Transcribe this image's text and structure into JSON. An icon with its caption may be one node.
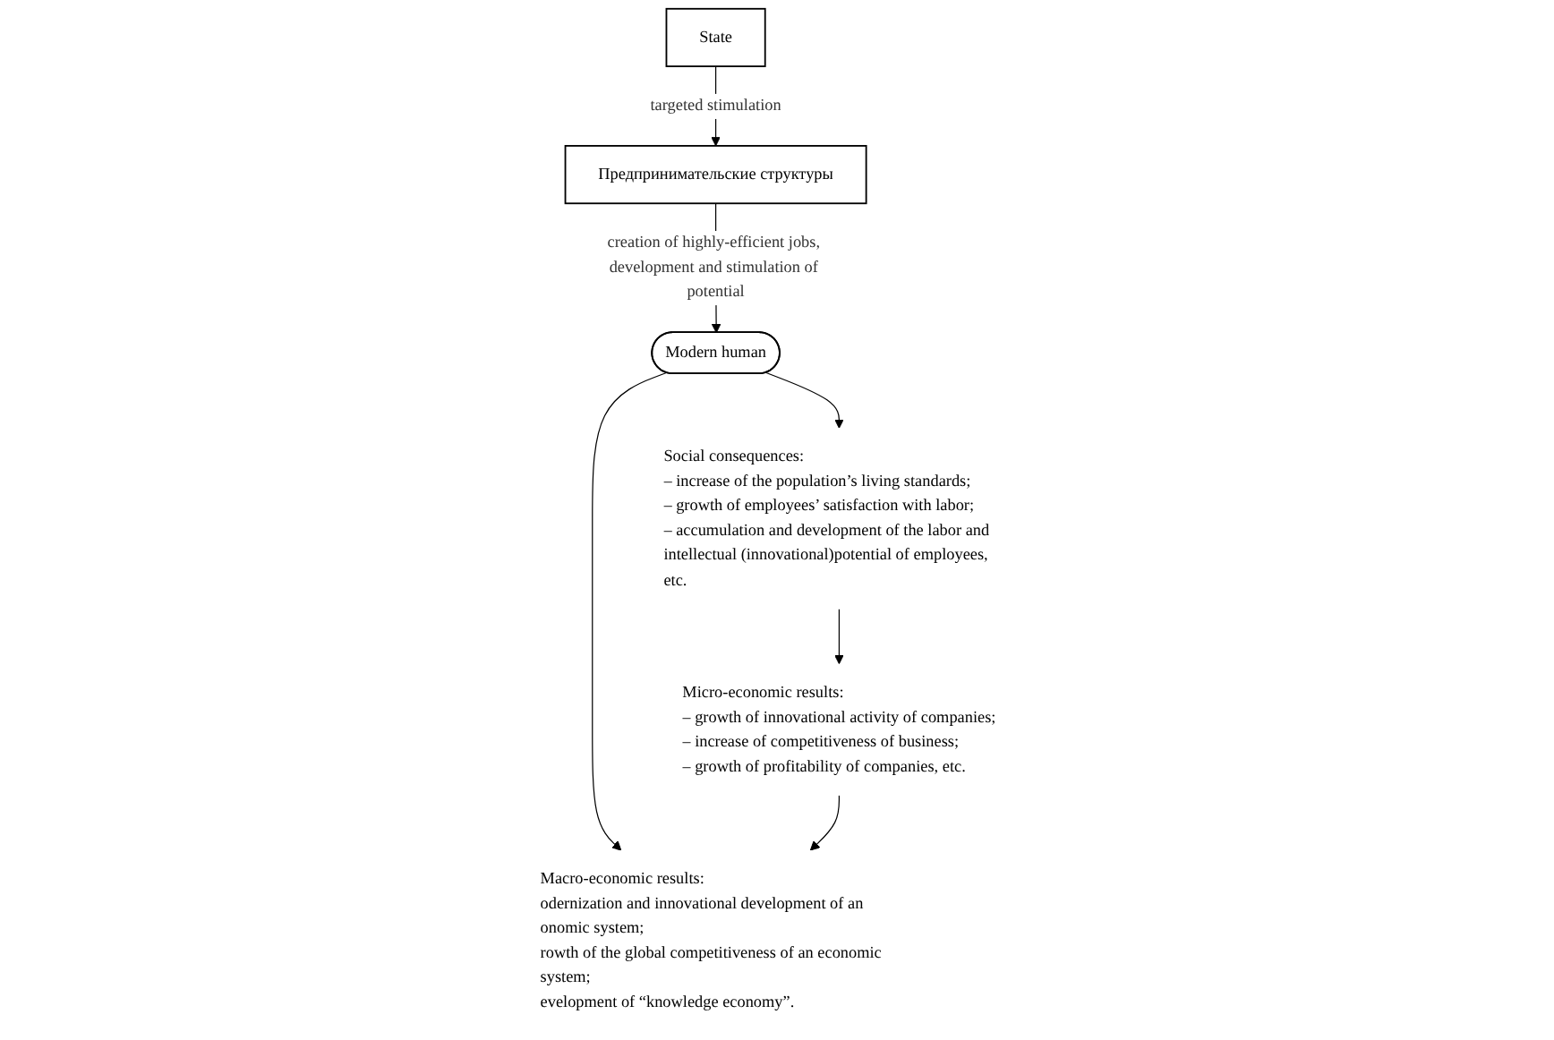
{
  "diagram": {
    "nodes": [
      {
        "text": [
          "State"
        ]
      },
      {
        "text": [
          "Предпринимательские структуры"
        ]
      },
      {
        "text": [
          "Modern human"
        ]
      },
      {
        "text": [
          "Social consequences:",
          "– increase of the population’s living standards;",
          "– growth of employees’ satisfaction with labor;",
          "– accumulation and development of the labor and intellectual (innovational)potential of employees, etc."
        ]
      },
      {
        "text": [
          "Micro-economic results:",
          "– growth of innovational activity of companies;",
          "– increase of competitiveness of business;",
          "– growth of profitability of companies, etc."
        ]
      },
      {
        "text": [
          "Macro-economic results:",
          "odernization and innovational development of an onomic system;",
          "rowth of the global competitiveness of an economic system;",
          "evelopment of “knowledge economy”."
        ]
      }
    ],
    "edges": [
      {
        "from": 0,
        "to": 1,
        "arrow": "to",
        "label": "targeted stimulation"
      },
      {
        "from": 1,
        "to": 2,
        "arrow": "to",
        "label": "creation of highly-efficient jobs, development and stimulation of potential"
      },
      {
        "from": 2,
        "to": 3,
        "arrow": "to"
      },
      {
        "from": 3,
        "to": 4,
        "arrow": "to"
      },
      {
        "from": 2,
        "to": 5,
        "arrow": "to"
      },
      {
        "from": 4,
        "to": 5,
        "arrow": "to"
      }
    ]
  }
}
